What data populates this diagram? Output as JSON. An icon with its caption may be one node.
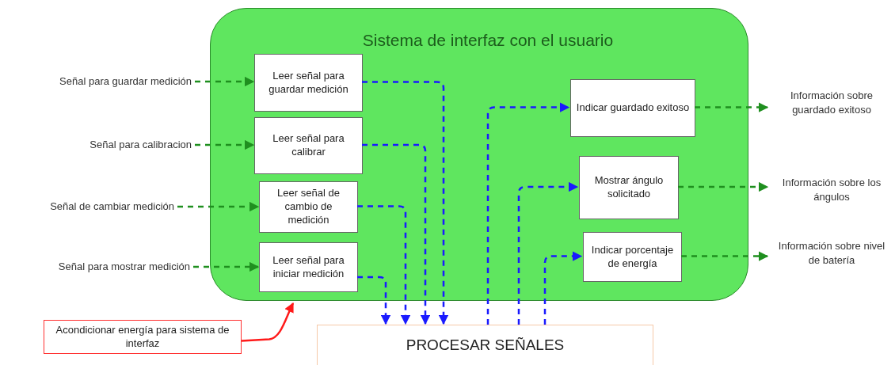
{
  "diagram": {
    "nodes": [
      {
        "text": [
          "Sistema de interfaz con el usuario"
        ]
      },
      {
        "text": [
          "Leer señal para guardar medición"
        ],
        "in": 0
      },
      {
        "text": [
          "Leer señal para calibrar"
        ],
        "in": 0
      },
      {
        "text": [
          "Leer señal de cambio de medición"
        ],
        "in": 0
      },
      {
        "text": [
          "Leer señal para iniciar medición"
        ],
        "in": 0
      },
      {
        "text": [
          "Indicar guardado exitoso"
        ],
        "in": 0
      },
      {
        "text": [
          "Mostrar ángulo solicitado"
        ],
        "in": 0
      },
      {
        "text": [
          "Indicar porcentaje de energía"
        ],
        "in": 0
      },
      {
        "text": [
          "Señal para guardar medición"
        ]
      },
      {
        "text": [
          "Señal para calibracion"
        ]
      },
      {
        "text": [
          "Señal de cambiar medición"
        ]
      },
      {
        "text": [
          "Señal para mostrar medición"
        ]
      },
      {
        "text": [
          "Información sobre guardado exitoso"
        ]
      },
      {
        "text": [
          "Información sobre los ángulos"
        ]
      },
      {
        "text": [
          "Información sobre nivel de batería"
        ]
      },
      {
        "text": [
          "PROCESAR SEÑALES"
        ]
      },
      {
        "text": [
          "Acondicionar energía para sistema de interfaz"
        ]
      }
    ],
    "edges": [
      {
        "from": 8,
        "to": 1,
        "arrow": "to",
        "style": "dashed"
      },
      {
        "from": 9,
        "to": 2,
        "arrow": "to",
        "style": "dashed"
      },
      {
        "from": 10,
        "to": 3,
        "arrow": "to",
        "style": "dashed"
      },
      {
        "from": 11,
        "to": 4,
        "arrow": "to",
        "style": "dashed"
      },
      {
        "from": 1,
        "to": 15,
        "arrow": "to",
        "style": "dashed",
        "color": "#1a1aff"
      },
      {
        "from": 2,
        "to": 15,
        "arrow": "to",
        "style": "dashed",
        "color": "#1a1aff"
      },
      {
        "from": 3,
        "to": 15,
        "arrow": "to",
        "style": "dashed",
        "color": "#1a1aff"
      },
      {
        "from": 4,
        "to": 15,
        "arrow": "to",
        "style": "dashed",
        "color": "#1a1aff"
      },
      {
        "from": 15,
        "to": 5,
        "arrow": "to",
        "style": "dashed",
        "color": "#1a1aff"
      },
      {
        "from": 15,
        "to": 6,
        "arrow": "to",
        "style": "dashed",
        "color": "#1a1aff"
      },
      {
        "from": 15,
        "to": 7,
        "arrow": "to",
        "style": "dashed",
        "color": "#1a1aff"
      },
      {
        "from": 5,
        "to": 12,
        "arrow": "to",
        "style": "dashed"
      },
      {
        "from": 6,
        "to": 13,
        "arrow": "to",
        "style": "dashed"
      },
      {
        "from": 7,
        "to": 14,
        "arrow": "to",
        "style": "dashed"
      },
      {
        "from": 16,
        "to": 0,
        "arrow": "to",
        "color": "#ff1a1a"
      }
    ]
  }
}
